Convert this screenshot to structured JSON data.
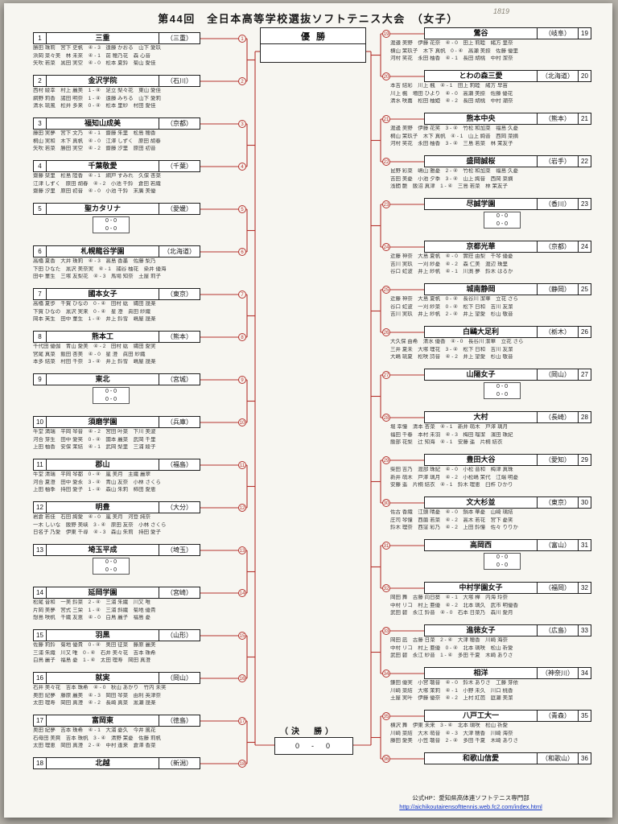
{
  "page": {
    "title": "第44回　全日本高等学校選抜ソフトテニス大会　（女子）",
    "note": "1819",
    "champion_label": "優勝",
    "champion_value": "",
    "final_label": "（決　勝）",
    "final_score": "0　-　0",
    "bye_score": "0 - 0",
    "footer_line1": "公式HP：愛知県高体連ソフトテニス専門部",
    "footer_line2": "http://aichikoutairensofttennis.web.fc2.com/index.html"
  },
  "left": [
    {
      "num": "1",
      "school": "三重",
      "pref": "（三重）",
      "bye": false,
      "rows": [
        "勝田 珠莉　宮下 史帆　④ - 3　遠藤 かおる　山下 愛玖",
        "浜岡 菜々美　林 未來　④ - 1　前 穂乃花　森 心音",
        "矢吹 若菜　黒田 実空　④ - 0　松本 夏鈴　菊山 愛佳"
      ]
    },
    {
      "num": "2",
      "school": "金沢学院",
      "pref": "（石川）",
      "bye": false,
      "rows": [
        "西村 綾幸　村上 麗美　1 - ④　足立 梨々花　東山 愛佳",
        "網野 莉香　諸田 明奈　1 - ④　遠藤 みちる　山下 愛莉",
        "清水 琉風　松井 多来　0 - ④　松本 里紗　村田 愛佳"
      ]
    },
    {
      "num": "3",
      "school": "福知山成美",
      "pref": "（京都）",
      "bye": false,
      "rows": [
        "藤田 実夢　宮下 文乃　④ - 1　齋藤 朱里　松島 穂香",
        "桐山 実和　木下 真帆　④ - 0　江澤 しずく　原田 胡春",
        "矢吹 若菜　勝田 実空　④ - 2　齋藤 汐里　原田 初音"
      ]
    },
    {
      "num": "4",
      "school": "千葉敬愛",
      "pref": "（千葉）",
      "bye": false,
      "rows": [
        "齋藤 栞里　松島 陸香　④ - 1　網戸 すみれ　久保 杏菜",
        "江津 しずく　原田 胡春　④ - 2　小池 千鈴　倉田 若織",
        "齋藤 汐里　原田 初音　④ - 0　小池 千鈴　末廣 美優"
      ]
    },
    {
      "num": "5",
      "school": "聖カタリナ",
      "pref": "（愛媛）",
      "bye": true,
      "rows": []
    },
    {
      "num": "6",
      "school": "札幌龍谷学園",
      "pref": "（北海道）",
      "bye": false,
      "rows": [
        "高橋 夏香　大井 珠莉　④ - 3　高島 香墨　佐藤 梨乃",
        "下田 ひなた　黒沢 美奈実　④ - 1　捕谷 柚花　染井 優海",
        "田中 菫生　三塚 友梨花　④ - 3　馬場 知奈　土屋 莉子"
      ]
    },
    {
      "num": "7",
      "school": "國本女子",
      "pref": "（東京）",
      "bye": false,
      "rows": [
        "高橋 夏歩　千賀 ひなの　0 - ④　田村 紘　縄田 晟楽",
        "下賀 ひなの　黒沢 実来　0 - ④　星 澄　眞田 紗織",
        "岡本 芙生　田中 菫生　1 - ④　井上 鈴雪　嶋屋 晟楽"
      ]
    },
    {
      "num": "8",
      "school": "熊本工",
      "pref": "（熊本）",
      "bye": false,
      "rows": [
        "千代田 優伽　青山 愛美　④ - 2　田村 紘　縄田 愛実",
        "宮尾 真菜　飯田 杏美　④ - 0　星 澄　眞田 紗織",
        "本多 結菜　村田 千奈　3 - ④　井上 鈴雪　嶋屋 晟楽"
      ]
    },
    {
      "num": "9",
      "school": "東北",
      "pref": "（宮城）",
      "bye": true,
      "rows": []
    },
    {
      "num": "10",
      "school": "須磨学園",
      "pref": "（兵庫）",
      "bye": false,
      "rows": [
        "牛堂 満瑞　平岡 琴音　④ - 2　宮田 叶菜　下川 美波",
        "河合 芽生　田中 愛笑　0 - ④　國本 麗菜　武岡 千里",
        "上田 柚香　安保 茉結　④ - 1　武岡 梨里　三浦 綾子"
      ]
    },
    {
      "num": "11",
      "school": "郡山",
      "pref": "（福島）",
      "bye": false,
      "rows": [
        "牛堂 清瑞　平岡 琴都　0 - ④　嵐 美月　主織 麗翠",
        "河合 夏澄　田中 愛永　3 - ④　青山 友奈　小林 さくら",
        "上田 柚季　持田 愛子　1 - ④　森山 朱莉　柿田 愛恵"
      ]
    },
    {
      "num": "12",
      "school": "明豊",
      "pref": "（大分）",
      "bye": false,
      "rows": [
        "岩倉 若佳　石田 絢愛　④ - 0　嵐 美月　河登 純奈",
        "一木 しいな　飯野 美峡　3 - ④　原田 友奈　小林 さくら",
        "日名子 乃愛　伊東 千尋　④ - 3　森山 朱莉　持田 愛子"
      ]
    },
    {
      "num": "13",
      "school": "埼玉平成",
      "pref": "（埼玉）",
      "bye": true,
      "rows": []
    },
    {
      "num": "14",
      "school": "延岡学園",
      "pref": "（宮崎）",
      "bye": false,
      "rows": [
        "松尾 音和　一美 鈴菜　2 - ④　三浦 朱織　川又 唯",
        "片岡 美夢　宮式 三栄　1 - ④　三浦 斜織　菊地 優貴",
        "想島 咲帆　千織 友恵　④ - 0　白鳥 麗子　福島 憂"
      ]
    },
    {
      "num": "15",
      "school": "羽黒",
      "pref": "（山形）",
      "bye": false,
      "rows": [
        "佐藤 莉鈴　菊地 優貴　0 - ④　奥田 征菜　藤原 麗美",
        "三浦 朱織　川又 唯　0 - ④　石井 美々花　吉本 珠希",
        "白鳥 麗子　福島 憂　1 - ④　太田 理寿　岡田 真澄"
      ]
    },
    {
      "num": "16",
      "school": "就実",
      "pref": "（岡山）",
      "bye": false,
      "rows": [
        "石井 美々花　吉本 珠希　④ - 0　秋山 あかり　竹内 未笑",
        "奥田 紀夢　藤原 麗美　④ - 3　岡田 琴菜　由利 英津奈",
        "太田 理寿　岡田 真澄　④ - 2　長崎 真菜　黒瀬 晟楽"
      ]
    },
    {
      "num": "17",
      "school": "富岡東",
      "pref": "（徳島）",
      "bye": false,
      "rows": [
        "奥田 紀夢　吉本 珠希　④ - 1　大浦 憂久　今井 風花",
        "石母田 美爽　吉本 珠帆　3 - ④　清野 茉憂　佐藤 莉帆",
        "太田 理恵　岡田 真澄　2 - ④　中村 逢来　倉澤 香菜"
      ]
    },
    {
      "num": "18",
      "school": "北越",
      "pref": "（新潟）",
      "bye": false,
      "rows": []
    }
  ],
  "right": [
    {
      "num": "19",
      "school": "鶯谷",
      "pref": "（岐阜）",
      "bye": false,
      "rows": [
        "渡邉 美野　伊藤 花奈　④ - 0　田上 莉睦　緒方 里奈",
        "横山 茉玖子　木下 真帆　0 - ④　高瀬 美捺　佐藤 優里",
        "河村 笑花　永田 柚香　④ - 1　長田 胡桃　中村 潔奈"
      ]
    },
    {
      "num": "20",
      "school": "とわの森三愛",
      "pref": "（北海道）",
      "bye": false,
      "rows": [
        "本吉 結彩　川上 楓　④ - 1　田上 莉睦　緒方 早苗",
        "川上 楓　増田 ひより　④ - 0　高瀬 美捺　佐藤 優花",
        "清水 咲嘉　松田 柚姫　④ - 2　長田 胡桃　中村 潮奈"
      ]
    },
    {
      "num": "21",
      "school": "熊本中央",
      "pref": "（熊本）",
      "bye": false,
      "rows": [
        "渡邊 美野　伊藤 花笑　3 - ④　竹松 和加菜　福島 久憂",
        "桐山 茉玖子　木下 真帆　④ - 1　山上 絢音　西岡 菜摘",
        "河村 笑花　永田 柚香　3 - ④　三島 若菜　林 茉友子"
      ]
    },
    {
      "num": "22",
      "school": "盛岡誠桜",
      "pref": "（岩手）",
      "bye": false,
      "rows": [
        "昆野 彩菜　嶋山 雅憂　2 - ④　竹松 和加菜　福島 久憂",
        "吉田 美憂　小池 夕季　3 - ④　山上 絢音　西岡 菜摘",
        "浅間 艶　飯沼 真津　1 - ④　三島 若菜　林 茉友子"
      ]
    },
    {
      "num": "23",
      "school": "尽誠学園",
      "pref": "（香川）",
      "bye": true,
      "rows": []
    },
    {
      "num": "24",
      "school": "京都光華",
      "pref": "（京都）",
      "bye": false,
      "rows": [
        "近藤 神奈　大島 夏帆　④ - 0　實莊 由梨　千琴 優憂",
        "吉川 実玖　一刈 紗憂　④ - 2　森 仁美　渡辺 珠里",
        "谷口 虹波　井上 紗帆　④ - 1　川渕 夢　鈴木 はるか"
      ]
    },
    {
      "num": "25",
      "school": "城南静岡",
      "pref": "（静岡）",
      "bye": false,
      "rows": [
        "近藤 神奈　大島 夏帆　0 - ④　長谷川 潔華　立花 さら",
        "谷口 虹波　一刈 紗菜　0 - ④　松下 日和　吉川 友潔",
        "吉川 実玖　井上 紗帆　2 - ④　井上 望愛　杉山 敬音"
      ]
    },
    {
      "num": "26",
      "school": "白鷗大足利",
      "pref": "（栃木）",
      "bye": false,
      "rows": [
        "大久保 由希　清水 優香　④ - 0　長谷川 潔華　立花 さら",
        "三井 夏未　大塚 理花　3 - ④　松下 日和　吉川 友潔",
        "大嶋 琉夏　松咲 詩音　④ - 2　井上 望愛　杉山 敬音"
      ]
    },
    {
      "num": "27",
      "school": "山陽女子",
      "pref": "（岡山）",
      "bye": true,
      "rows": []
    },
    {
      "num": "28",
      "school": "大村",
      "pref": "（長崎）",
      "bye": false,
      "rows": [
        "堀 幸憧　清本 杏菜　④ - 1　新井 萌木　戸澤 璃月",
        "福田 千春　本村 未羽　④ - 3　梅田 瑠潔　濱田 珠紀",
        "飯部 花梨　辻 知海　④ - 1　安藤 遥　片桐 結衣"
      ]
    },
    {
      "num": "29",
      "school": "豊田大谷",
      "pref": "（愛知）",
      "bye": false,
      "rows": [
        "柴田 吉乃　渡部 珠紀　④ - 0　小松 音和　梅津 真珠",
        "新井 萌木　戸澤 璃月　④ - 2　小松嶋 茉代　江端 明憂",
        "安藤 遥　片桐 結衣　④ - 1　鈴木 理恵　臼杵 ひかり"
      ]
    },
    {
      "num": "30",
      "school": "文大杉並",
      "pref": "（東京）",
      "bye": false,
      "rows": [
        "佐古 香織　江頭 晴憂　④ - 0　鍋本 華憂　山崎 璃結",
        "庄司 琴憧　西薗 若菜　④ - 2　高木 若花　宮下 憂笑",
        "鈴木 理奈　西窪 彩乃　④ - 2　上田 鈴憧　佐々 りりか"
      ]
    },
    {
      "num": "31",
      "school": "高岡西",
      "pref": "（富山）",
      "bye": true,
      "rows": []
    },
    {
      "num": "32",
      "school": "中村学園女子",
      "pref": "（福岡）",
      "bye": false,
      "rows": [
        "岡田 舞　古藤 向日葵　④ - 1　大塚 樺　内海 玲奈",
        "中村 リコ　村上 亜優　④ - 2　北本 璃久　武市 明優香",
        "武田 碧　永江 鈴音　④ - 0　石本 日菜乃　森川 愛月"
      ]
    },
    {
      "num": "33",
      "school": "進徳女子",
      "pref": "（広島）",
      "bye": false,
      "rows": [
        "岡田 凪　古藤 日菜　2 - ④　大津 穂香　川崎 海奈",
        "中村 リコ　村上 亜優　0 - ④　北本 璃咲　松山 祈愛",
        "武田 碧　永江 紗音　1 - ④　多田 千夏　木崎 ありさ"
      ]
    },
    {
      "num": "34",
      "school": "相洋",
      "pref": "（神奈川）",
      "bye": false,
      "rows": [
        "鎌田 優実　小宮 聴音　④ - 0　鈴木 ありさ　工藤 芽依",
        "川崎 菜結　大塚 茉莉　④ - 1　小野 未久　川口 桃香",
        "土屋 実叶　伊藤 優奈　④ - 2　上村 紅芭　庭瀬 美潔"
      ]
    },
    {
      "num": "35",
      "school": "八戸工大一",
      "pref": "（青森）",
      "bye": false,
      "rows": [
        "横沢 舞　伊東 未来　3 - ④　北本 璃咲　松山 祈愛",
        "川崎 菜結　大木 萌音　④ - 3　大津 穂香　川崎 海奈",
        "藤田 愛美　小笠 聴音　2 - ④　多田 千夏　木崎 ありさ"
      ]
    },
    {
      "num": "36",
      "school": "和歌山信愛",
      "pref": "（和歌山）",
      "bye": false,
      "rows": []
    }
  ]
}
